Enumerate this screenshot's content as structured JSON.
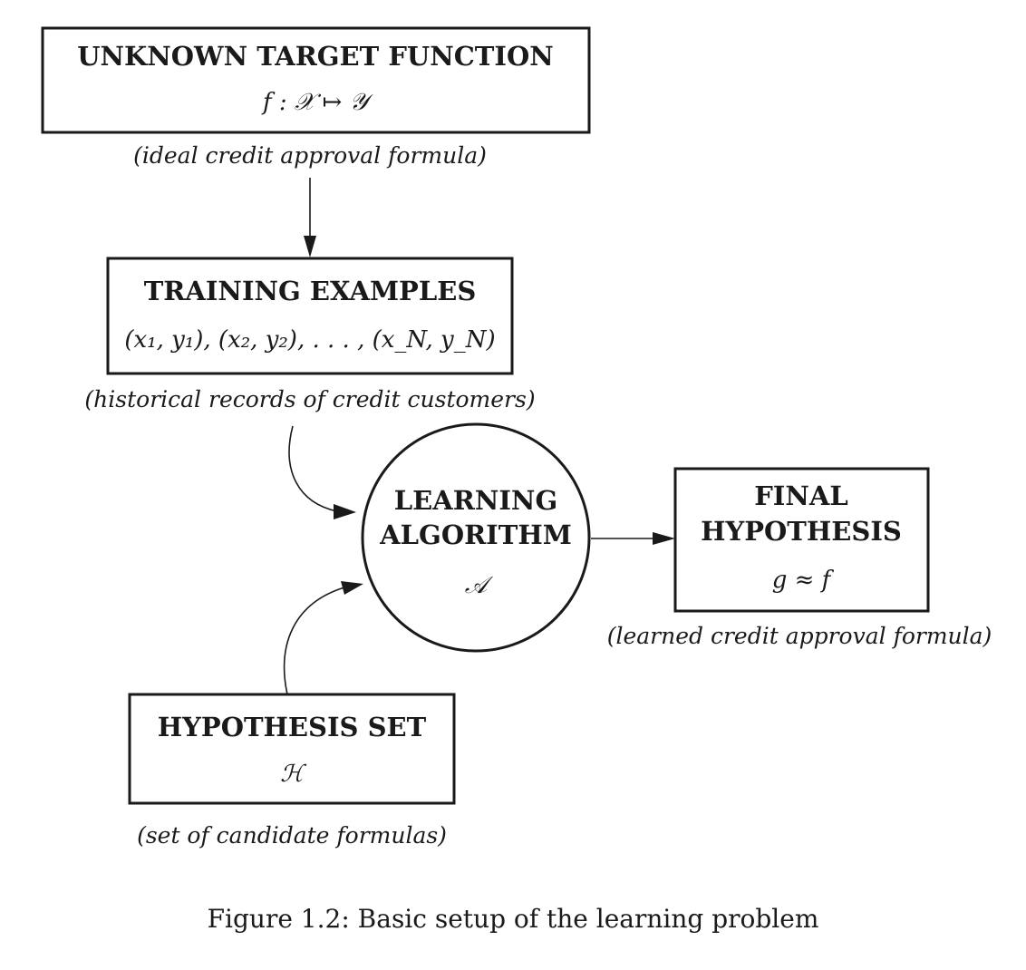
{
  "nodes": {
    "target": {
      "title": "UNKNOWN TARGET FUNCTION",
      "formula": "f : 𝒳 ↦ 𝒴",
      "note": "(ideal credit approval formula)"
    },
    "training": {
      "title": "TRAINING EXAMPLES",
      "formula": "(x₁, y₁), (x₂, y₂), . . . , (x_N, y_N)",
      "note": "(historical records of credit customers)"
    },
    "algorithm": {
      "title_line1": "LEARNING",
      "title_line2": "ALGORITHM",
      "symbol": "𝒜"
    },
    "final": {
      "title_line1": "FINAL",
      "title_line2": "HYPOTHESIS",
      "formula": "g ≈ f",
      "note": "(learned credit approval formula)"
    },
    "hypothesis_set": {
      "title": "HYPOTHESIS SET",
      "symbol": "ℋ",
      "note": "(set of candidate formulas)"
    }
  },
  "caption": "Figure 1.2: Basic setup of the learning problem"
}
